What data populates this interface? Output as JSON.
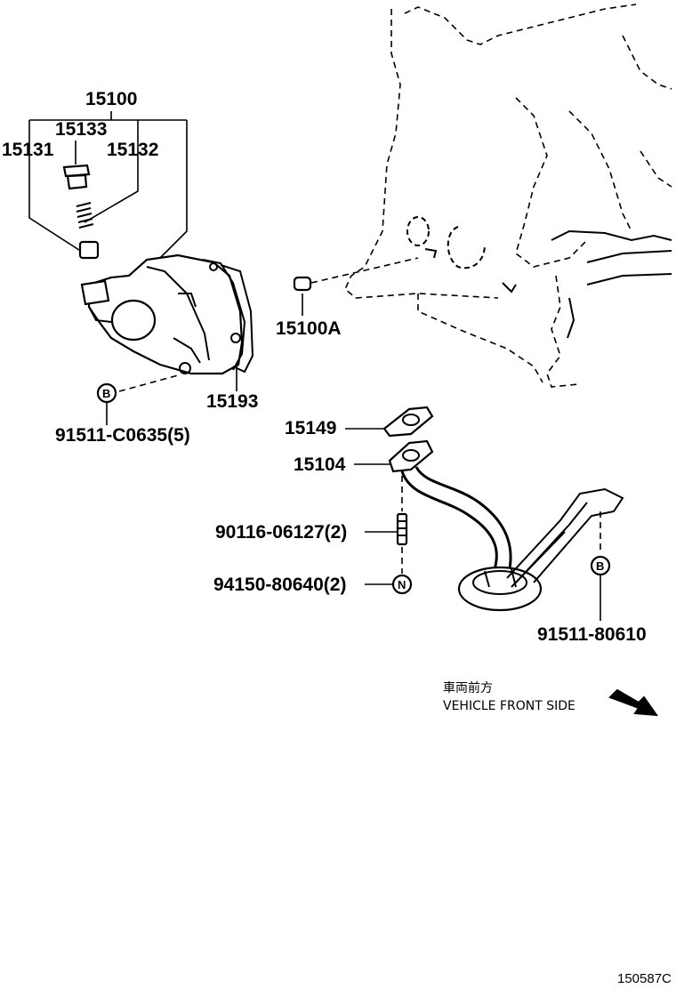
{
  "parts": {
    "p15100": "15100",
    "p15133": "15133",
    "p15131": "15131",
    "p15132": "15132",
    "p15100A": "15100A",
    "p15193": "15193",
    "p91511_C0635": "91511-C0635(5)",
    "p15149": "15149",
    "p15104": "15104",
    "p90116": "90116-06127(2)",
    "p94150": "94150-80640(2)",
    "p91511_80610": "91511-80610"
  },
  "markers": {
    "b_left": "B",
    "b_right": "B",
    "n_nut": "N"
  },
  "direction_note": {
    "jp": "車両前方",
    "en": "VEHICLE FRONT SIDE",
    "arrow_icon": "arrow-down-right-icon"
  },
  "figure_ref": "150587C"
}
